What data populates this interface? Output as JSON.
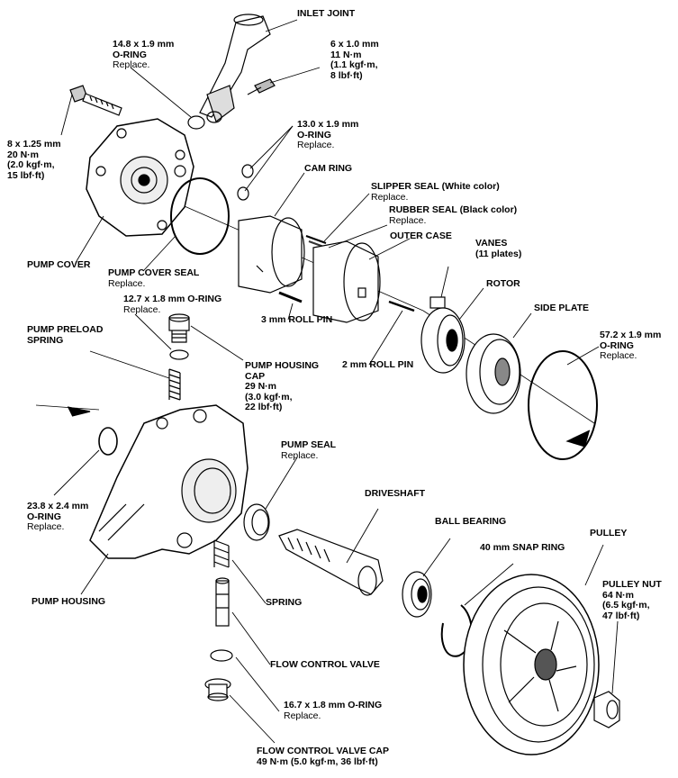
{
  "labels": {
    "inlet_joint": {
      "title": "INLET JOINT"
    },
    "oring_14_8": {
      "title": "14.8 x 1.9 mm",
      "title2": "O-RING",
      "note": "Replace."
    },
    "bolt_6x1": {
      "title": "6 x 1.0 mm",
      "l2": "11 N·m",
      "l3": "(1.1 kgf·m,",
      "l4": "8 lbf·ft)"
    },
    "oring_13_0": {
      "title": "13.0 x 1.9 mm",
      "title2": "O-RING",
      "note": "Replace."
    },
    "bolt_8x125": {
      "title": "8 x 1.25 mm",
      "l2": "20 N·m",
      "l3": "(2.0 kgf·m,",
      "l4": "15 lbf·ft)"
    },
    "cam_ring": {
      "title": "CAM RING"
    },
    "slipper_seal": {
      "title": "SLIPPER SEAL (White color)",
      "note": "Replace."
    },
    "rubber_seal": {
      "title": "RUBBER SEAL (Black color)",
      "note": "Replace."
    },
    "outer_case": {
      "title": "OUTER CASE"
    },
    "vanes": {
      "title": "VANES",
      "title2": "(11 plates)"
    },
    "rotor": {
      "title": "ROTOR"
    },
    "side_plate": {
      "title": "SIDE PLATE"
    },
    "oring_57_2": {
      "title": "57.2 x 1.9 mm",
      "title2": "O-RING",
      "note": "Replace."
    },
    "pump_cover": {
      "title": "PUMP COVER"
    },
    "pump_cover_seal": {
      "title": "PUMP COVER SEAL",
      "note": "Replace."
    },
    "oring_12_7": {
      "title": "12.7 x 1.8 mm O-RING",
      "note": "Replace."
    },
    "preload_spring": {
      "title": "PUMP PRELOAD",
      "title2": "SPRING"
    },
    "housing_cap": {
      "title": "PUMP HOUSING",
      "title2": "CAP",
      "l3": "29 N·m",
      "l4": "(3.0 kgf·m,",
      "l5": "22 lbf·ft)"
    },
    "roll_pin_3": {
      "title": "3 mm ROLL PIN"
    },
    "roll_pin_2": {
      "title": "2 mm ROLL PIN"
    },
    "pump_seal": {
      "title": "PUMP SEAL",
      "note": "Replace."
    },
    "oring_23_8": {
      "title": "23.8 x 2.4 mm",
      "title2": "O-RING",
      "note": "Replace."
    },
    "driveshaft": {
      "title": "DRIVESHAFT"
    },
    "ball_bearing": {
      "title": "BALL BEARING"
    },
    "pulley": {
      "title": "PULLEY"
    },
    "snap_ring": {
      "title": "40 mm SNAP RING"
    },
    "pulley_nut": {
      "title": "PULLEY NUT",
      "l2": "64 N·m",
      "l3": "(6.5 kgf·m,",
      "l4": "47 lbf·ft)"
    },
    "pump_housing": {
      "title": "PUMP HOUSING"
    },
    "spring": {
      "title": "SPRING"
    },
    "flow_valve": {
      "title": "FLOW CONTROL VALVE"
    },
    "oring_16_7": {
      "title": "16.7 x 1.8 mm O-RING",
      "note": "Replace."
    },
    "flow_valve_cap": {
      "title": "FLOW CONTROL VALVE CAP",
      "l2": "49 N·m (5.0 kgf·m, 36 lbf·ft)"
    }
  }
}
